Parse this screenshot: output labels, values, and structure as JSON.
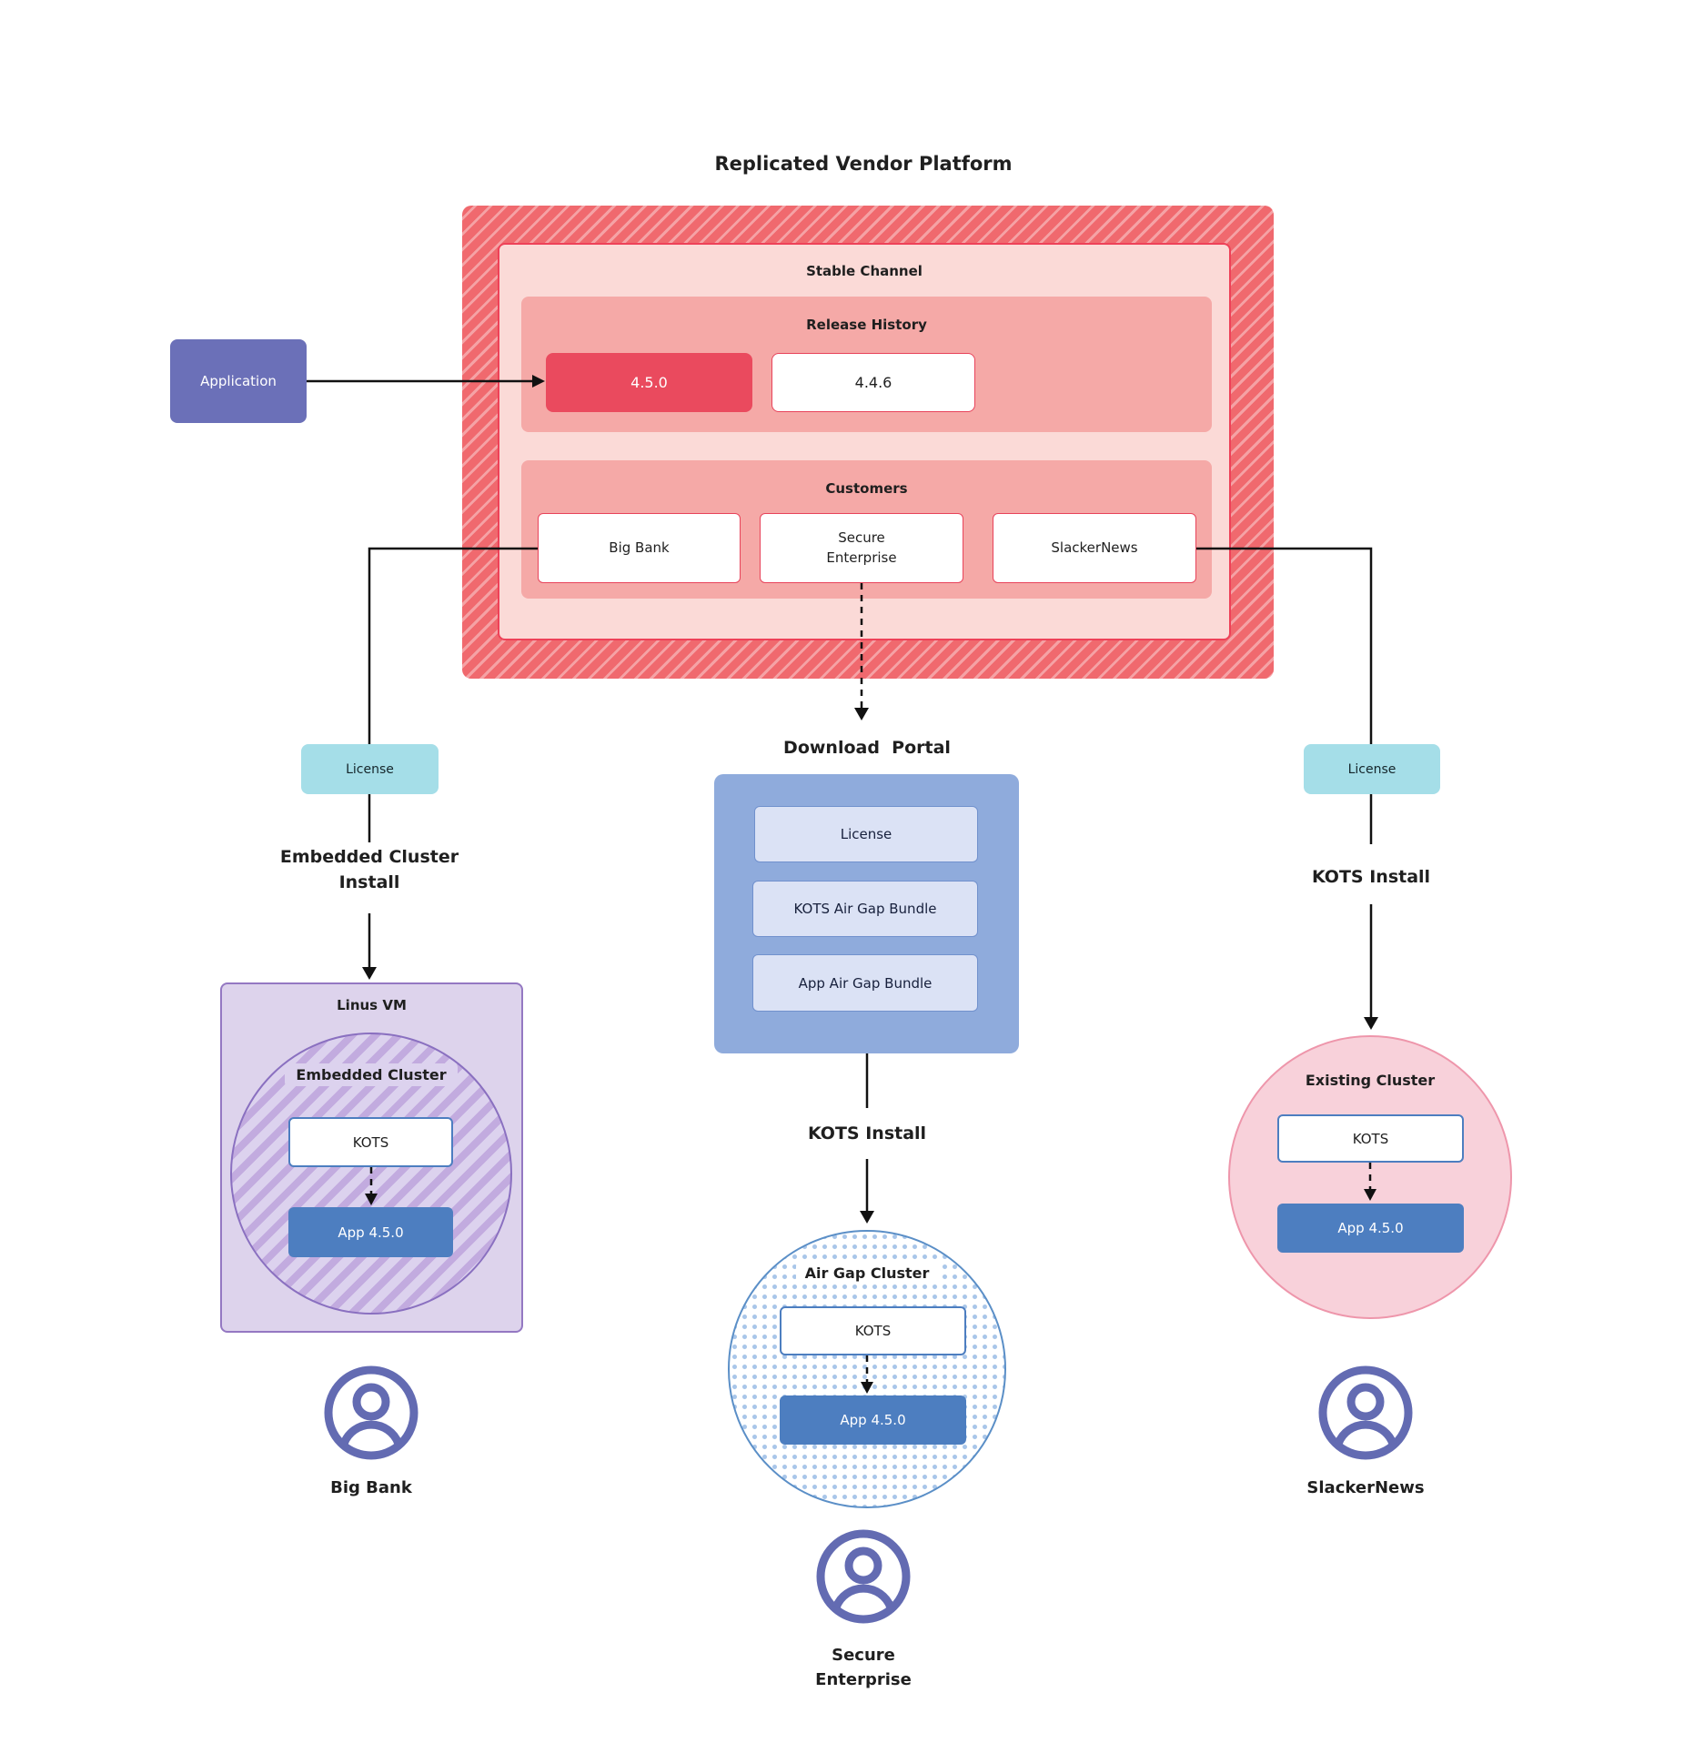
{
  "title": "Replicated Vendor Platform",
  "application": {
    "label": "Application"
  },
  "platform": {
    "stable_channel": {
      "label": "Stable Channel",
      "release_history": {
        "label": "Release History",
        "releases": [
          {
            "version": "4.5.0",
            "current": true
          },
          {
            "version": "4.4.6",
            "current": false
          }
        ]
      },
      "customers": {
        "label": "Customers",
        "items": [
          "Big Bank",
          "Secure Enterprise",
          "SlackerNews"
        ]
      }
    }
  },
  "download_portal": {
    "title": "Download  Portal",
    "items": [
      "License",
      "KOTS Air Gap Bundle",
      "App Air Gap Bundle"
    ]
  },
  "left_flow": {
    "license_label": "License",
    "install_label": "Embedded Cluster Install",
    "vm": {
      "label": "Linus VM",
      "cluster_label": "Embedded Cluster",
      "kots_label": "KOTS",
      "app_label": "App 4.5.0"
    },
    "user_label": "Big Bank"
  },
  "middle_flow": {
    "install_label": "KOTS Install",
    "cluster": {
      "label": "Air Gap Cluster",
      "kots_label": "KOTS",
      "app_label": "App 4.5.0"
    },
    "user_label": "Secure Enterprise"
  },
  "right_flow": {
    "license_label": "License",
    "install_label": "KOTS Install",
    "cluster": {
      "label": "Existing Cluster",
      "kots_label": "KOTS",
      "app_label": "App 4.5.0"
    },
    "user_label": "SlackerNews"
  },
  "colors": {
    "stripe_red": "#f0696e",
    "stripe_red_light": "#f5a2a5",
    "channel_pink": "#fbdad7",
    "panel_salmon": "#f5a9a7",
    "release_current_red": "#ea4a5e",
    "red_border": "#e8435a",
    "application_indigo": "#6b70b8",
    "license_cyan": "#a5dee8",
    "portal_blue": "#8fabdc",
    "portal_item_lavender": "#dbe2f5",
    "app_blue": "#4d7ec0",
    "vm_purple_fill": "#ddd3ec",
    "vm_purple_border": "#9478c2",
    "cluster_stripe_purple": "#c2abdf",
    "airgap_dot_blue": "#a9c6e9",
    "airgap_border_blue": "#5b8fc7",
    "existing_pink": "#f8d1da",
    "existing_border_pink": "#ee96ab",
    "person_indigo": "#636bb2",
    "connector_black": "#111111"
  }
}
